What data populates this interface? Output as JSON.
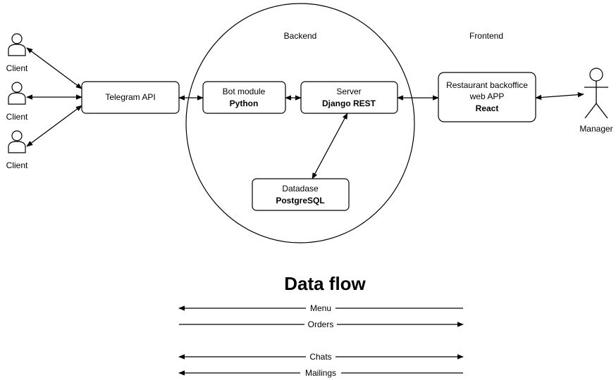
{
  "sections": {
    "backend": "Backend",
    "frontend": "Frontend"
  },
  "clients": [
    "Client",
    "Client",
    "Client"
  ],
  "nodes": {
    "telegram": {
      "label": "Telegram API"
    },
    "bot": {
      "label": "Bot module",
      "tech": "Python"
    },
    "server": {
      "label": "Server",
      "tech": "Django REST"
    },
    "database": {
      "label": "Datadase",
      "tech": "PostgreSQL"
    },
    "web_app": {
      "label_line1": "Restaurant backoffice",
      "label_line2": "web APP",
      "tech": "React"
    }
  },
  "manager": "Manager",
  "data_flow": {
    "title": "Data flow",
    "flows": [
      {
        "label": "Menu",
        "direction": "left"
      },
      {
        "label": "Orders",
        "direction": "right"
      },
      {
        "label": "Chats",
        "direction": "both"
      },
      {
        "label": "Mailings",
        "direction": "left"
      }
    ]
  }
}
